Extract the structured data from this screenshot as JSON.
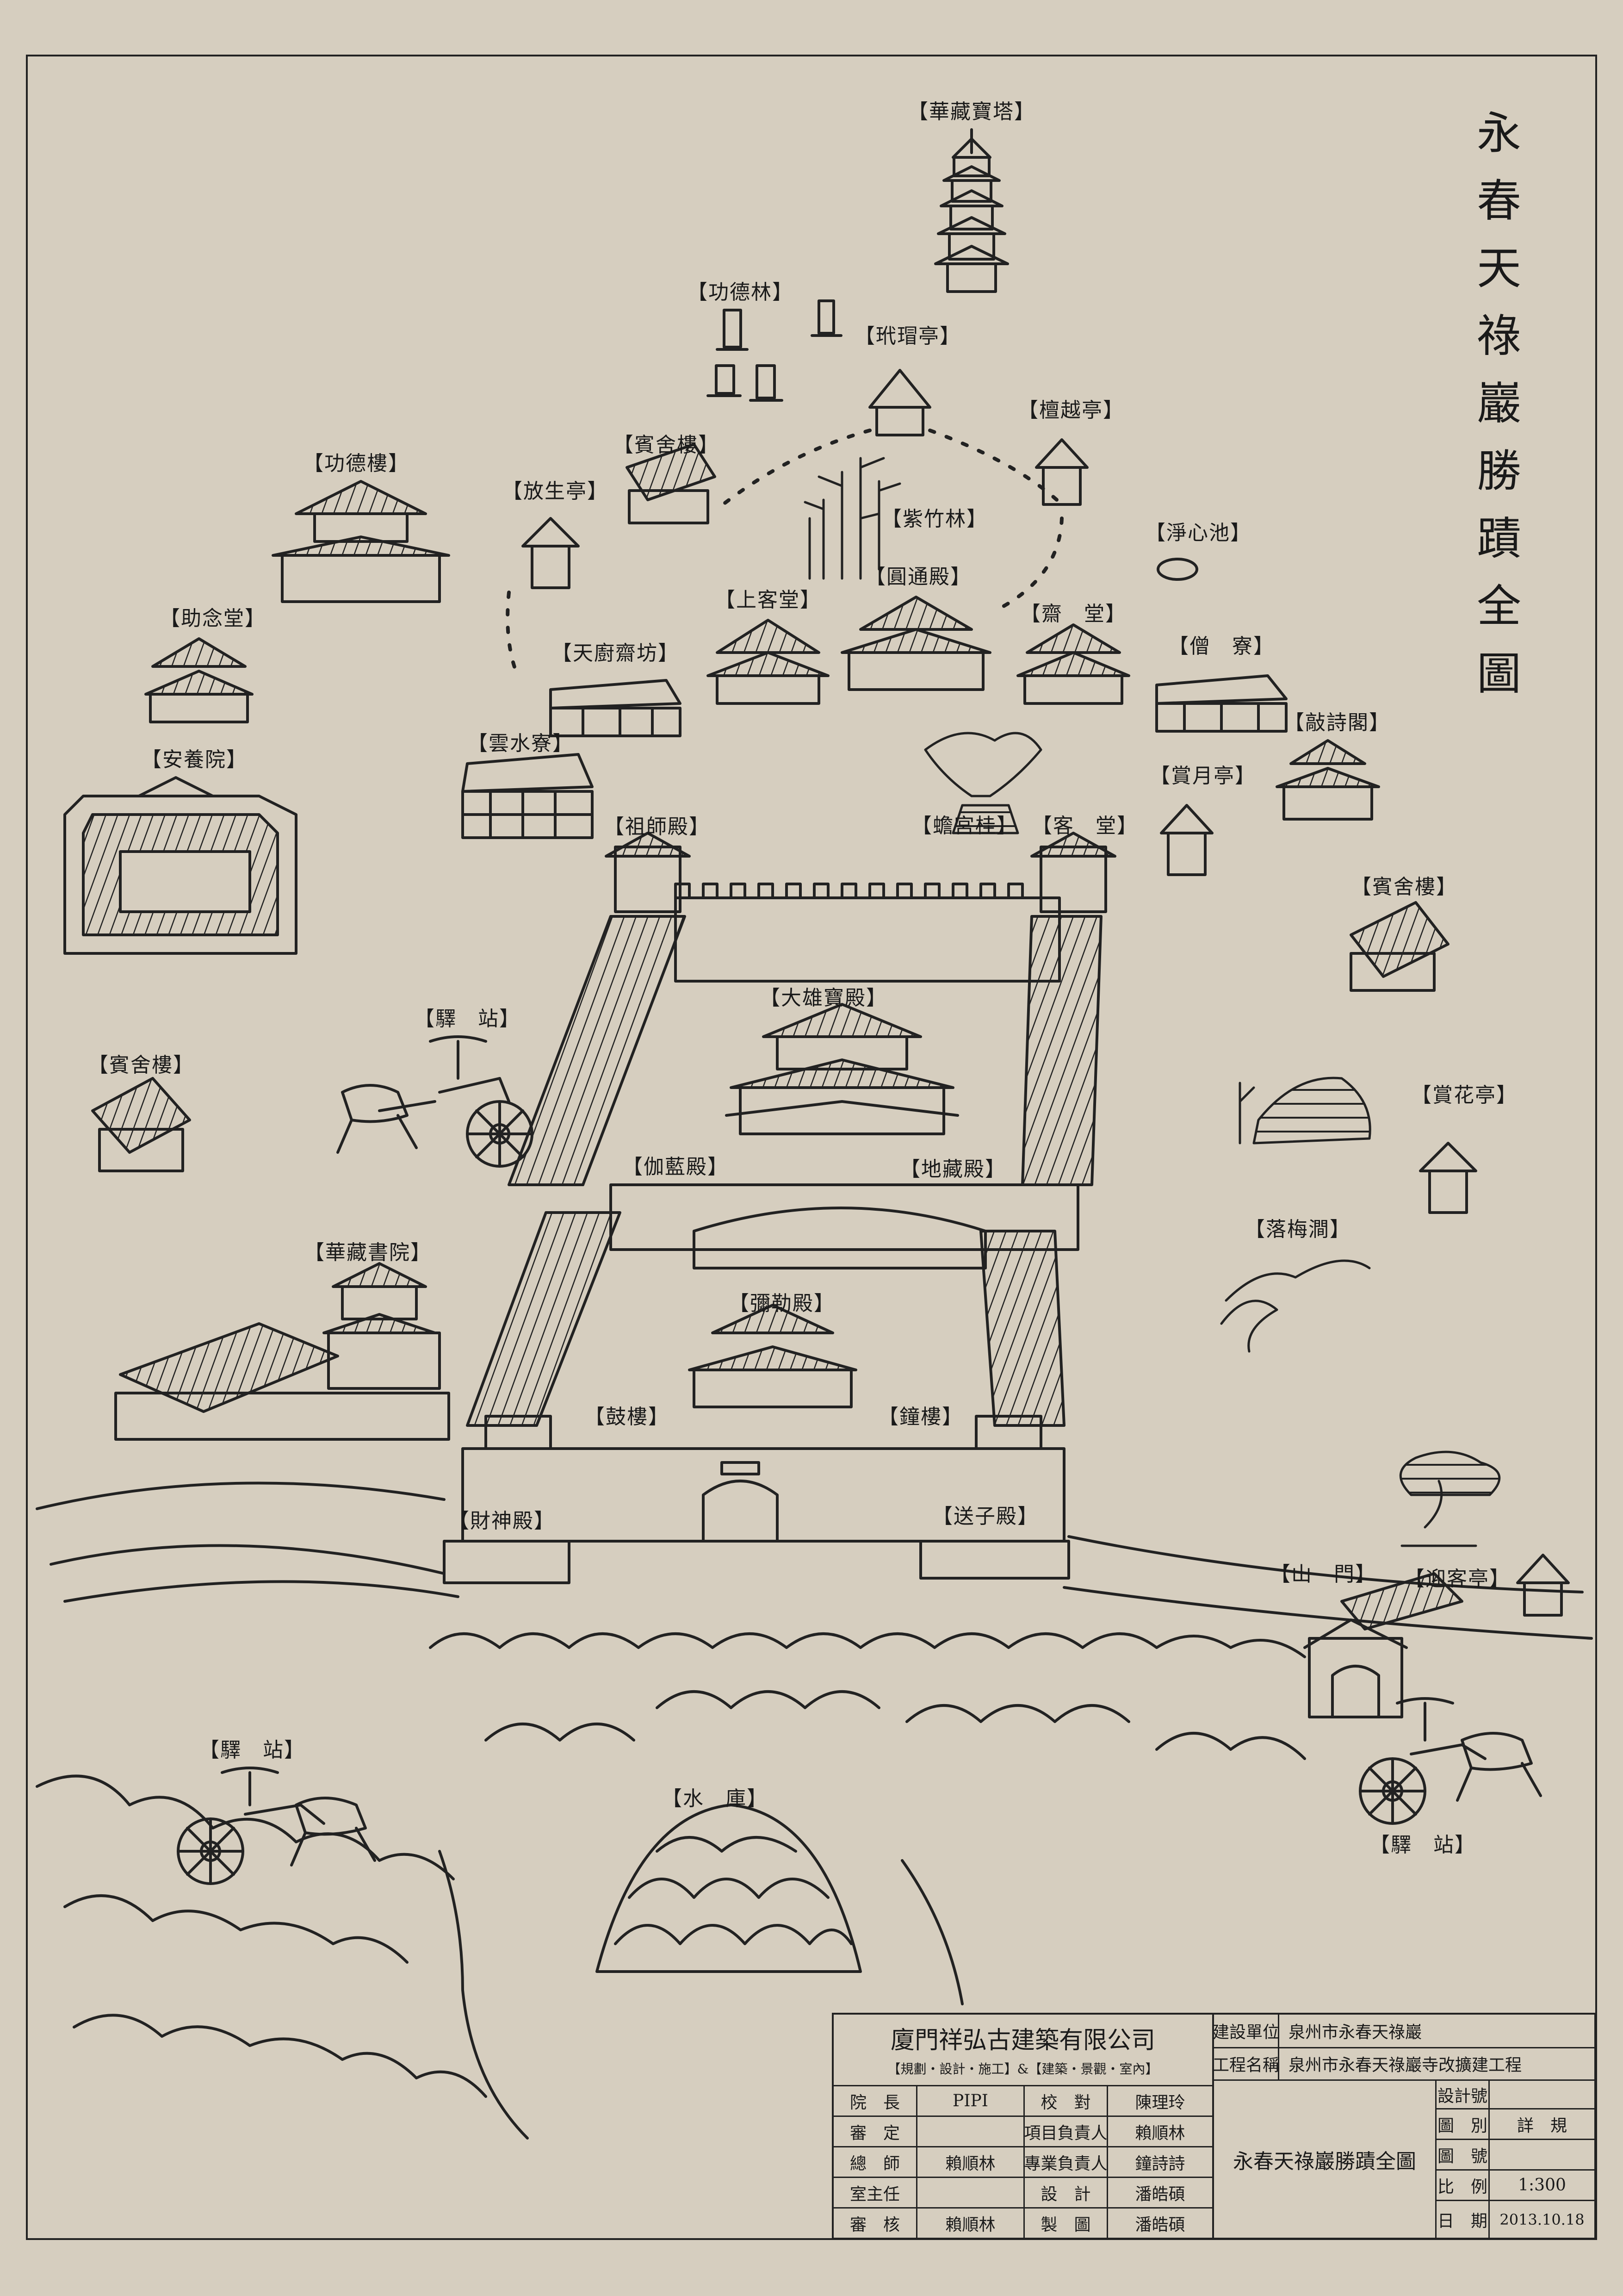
{
  "title": {
    "chars": [
      "永",
      "春",
      "天",
      "祿",
      "巖",
      "勝",
      "蹟",
      "全",
      "圖"
    ]
  },
  "labels": [
    {
      "key": "huazang_pagoda",
      "text": "【華藏寶塔】"
    },
    {
      "key": "gongde_lin",
      "text": "【功德林】"
    },
    {
      "key": "longli_ting",
      "text": "【玳瑁亭】"
    },
    {
      "key": "tanyue_ting",
      "text": "【檀越亭】"
    },
    {
      "key": "gongde_lou",
      "text": "【功德樓】"
    },
    {
      "key": "binshe_lou_1",
      "text": "【賓舍樓】"
    },
    {
      "key": "fangsheng_ting",
      "text": "【放生亭】"
    },
    {
      "key": "zizhu_lin",
      "text": "【紫竹林】"
    },
    {
      "key": "jingxin_chi",
      "text": "【淨心池】"
    },
    {
      "key": "zhunian_tang",
      "text": "【助念堂】"
    },
    {
      "key": "shangke_tang",
      "text": "【上客堂】"
    },
    {
      "key": "yuantong_dian",
      "text": "【圓通殿】"
    },
    {
      "key": "zhai_tang",
      "text": "【齋　堂】"
    },
    {
      "key": "seng_liao",
      "text": "【僧　寮】"
    },
    {
      "key": "tianchu_zhaifang",
      "text": "【天廚齋坊】"
    },
    {
      "key": "qiaoshi_ge",
      "text": "【敲詩閣】"
    },
    {
      "key": "anyang_yuan",
      "text": "【安養院】"
    },
    {
      "key": "yunshui_liao",
      "text": "【雲水寮】"
    },
    {
      "key": "shangyue_ting",
      "text": "【賞月亭】"
    },
    {
      "key": "zushi_dian",
      "text": "【祖師殿】"
    },
    {
      "key": "changong_gui",
      "text": "【蟾宮桂】"
    },
    {
      "key": "ke_tang",
      "text": "【客　堂】"
    },
    {
      "key": "binshe_lou_2",
      "text": "【賓舍樓】"
    },
    {
      "key": "yizhan_1",
      "text": "【驛　站】"
    },
    {
      "key": "daxiong_baodian",
      "text": "【大雄寶殿】"
    },
    {
      "key": "binshe_lou_3",
      "text": "【賓舍樓】"
    },
    {
      "key": "shanghua_ting",
      "text": "【賞花亭】"
    },
    {
      "key": "qielan_dian",
      "text": "【伽藍殿】"
    },
    {
      "key": "dizang_dian",
      "text": "【地藏殿】"
    },
    {
      "key": "huazang_shuyuan",
      "text": "【華藏書院】"
    },
    {
      "key": "luomei_jian",
      "text": "【落梅澗】"
    },
    {
      "key": "mile_dian",
      "text": "【彌勒殿】"
    },
    {
      "key": "gu_lou",
      "text": "【鼓樓】"
    },
    {
      "key": "zhong_lou",
      "text": "【鐘樓】"
    },
    {
      "key": "caishen_dian",
      "text": "【財神殿】"
    },
    {
      "key": "songzi_dian",
      "text": "【送子殿】"
    },
    {
      "key": "shan_men",
      "text": "【山　門】"
    },
    {
      "key": "yingke_ting",
      "text": "【迎客亭】"
    },
    {
      "key": "yizhan_2",
      "text": "【驛　站】"
    },
    {
      "key": "shui_ku",
      "text": "【水　庫】"
    },
    {
      "key": "yizhan_3",
      "text": "【驛　站】"
    }
  ],
  "title_block": {
    "company": "廈門祥弘古建築有限公司",
    "company_sub": "【規劃・設計・施工】&【建築・景觀・室內】",
    "client_label": "建設單位",
    "client_value": "泉州市永春天祿巖",
    "project_label": "工程名稱",
    "project_value": "泉州市永春天祿巖寺改擴建工程",
    "drawing_name": "永春天祿巖勝蹟全圖",
    "rows": [
      {
        "l1": "院　長",
        "v1": "PIPI",
        "l2": "校　對",
        "v2": "陳理玲"
      },
      {
        "l1": "審　定",
        "v1": "",
        "l2": "項目負責人",
        "v2": "賴順林"
      },
      {
        "l1": "總　師",
        "v1": "賴順林",
        "l2": "專業負責人",
        "v2": "鐘詩詩"
      },
      {
        "l1": "室主任",
        "v1": "",
        "l2": "設　計",
        "v2": "潘皓碩"
      },
      {
        "l1": "審　核",
        "v1": "賴順林",
        "l2": "製　圖",
        "v2": "潘皓碩"
      }
    ],
    "right_rows": [
      {
        "label": "設計號",
        "value": ""
      },
      {
        "label": "圖　別",
        "value": "詳　規"
      },
      {
        "label": "圖　號",
        "value": ""
      },
      {
        "label": "比　例",
        "value": "1:300"
      },
      {
        "label": "日　期",
        "value": "2013.10.18"
      }
    ]
  }
}
